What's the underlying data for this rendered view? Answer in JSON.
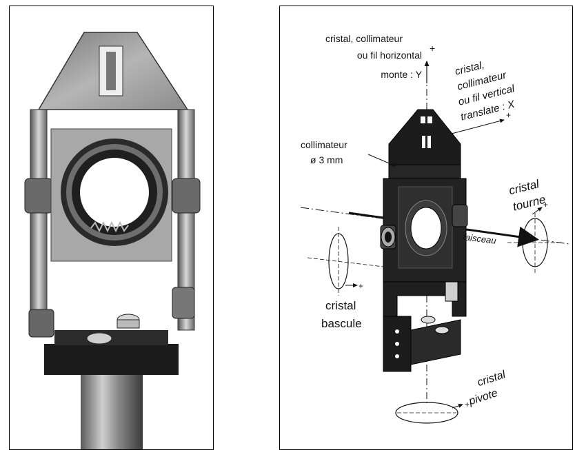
{
  "labels": {
    "vertical_axis": [
      "cristal, collimateur",
      "ou fil horizontal",
      "monte : Y"
    ],
    "horizontal_axis": [
      "cristal,",
      "collimateur",
      "ou fil vertical",
      "translate : X"
    ],
    "collimator": [
      "collimateur",
      "ø 3 mm"
    ],
    "rotate": [
      "cristal",
      "tourne"
    ],
    "beam": "faisceau",
    "tilt": [
      "cristal",
      "bascule"
    ],
    "pivot": [
      "cristal",
      "pivote"
    ],
    "plus": "+"
  },
  "colors": {
    "ink": "#111111",
    "metal_dark": "#1c1c1c",
    "metal_light": "#9a9a9a"
  }
}
